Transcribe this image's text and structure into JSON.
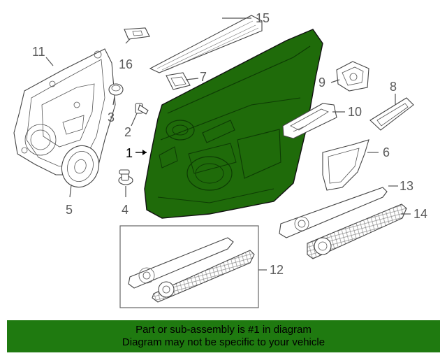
{
  "diagram": {
    "highlight_color": "#1f6b0a",
    "callouts": [
      {
        "id": "1",
        "label": "1"
      },
      {
        "id": "2",
        "label": "2"
      },
      {
        "id": "3",
        "label": "3"
      },
      {
        "id": "4",
        "label": "4"
      },
      {
        "id": "5",
        "label": "5"
      },
      {
        "id": "6",
        "label": "6"
      },
      {
        "id": "7",
        "label": "7"
      },
      {
        "id": "8",
        "label": "8"
      },
      {
        "id": "9",
        "label": "9"
      },
      {
        "id": "10",
        "label": "10"
      },
      {
        "id": "11",
        "label": "11"
      },
      {
        "id": "12",
        "label": "12"
      },
      {
        "id": "13",
        "label": "13"
      },
      {
        "id": "14",
        "label": "14"
      },
      {
        "id": "15",
        "label": "15"
      },
      {
        "id": "16",
        "label": "16"
      }
    ]
  },
  "banner": {
    "line1": "Part or sub-assembly is #1 in diagram",
    "line2": "Diagram may not be specific to your vehicle",
    "background": "#1f7a10"
  }
}
